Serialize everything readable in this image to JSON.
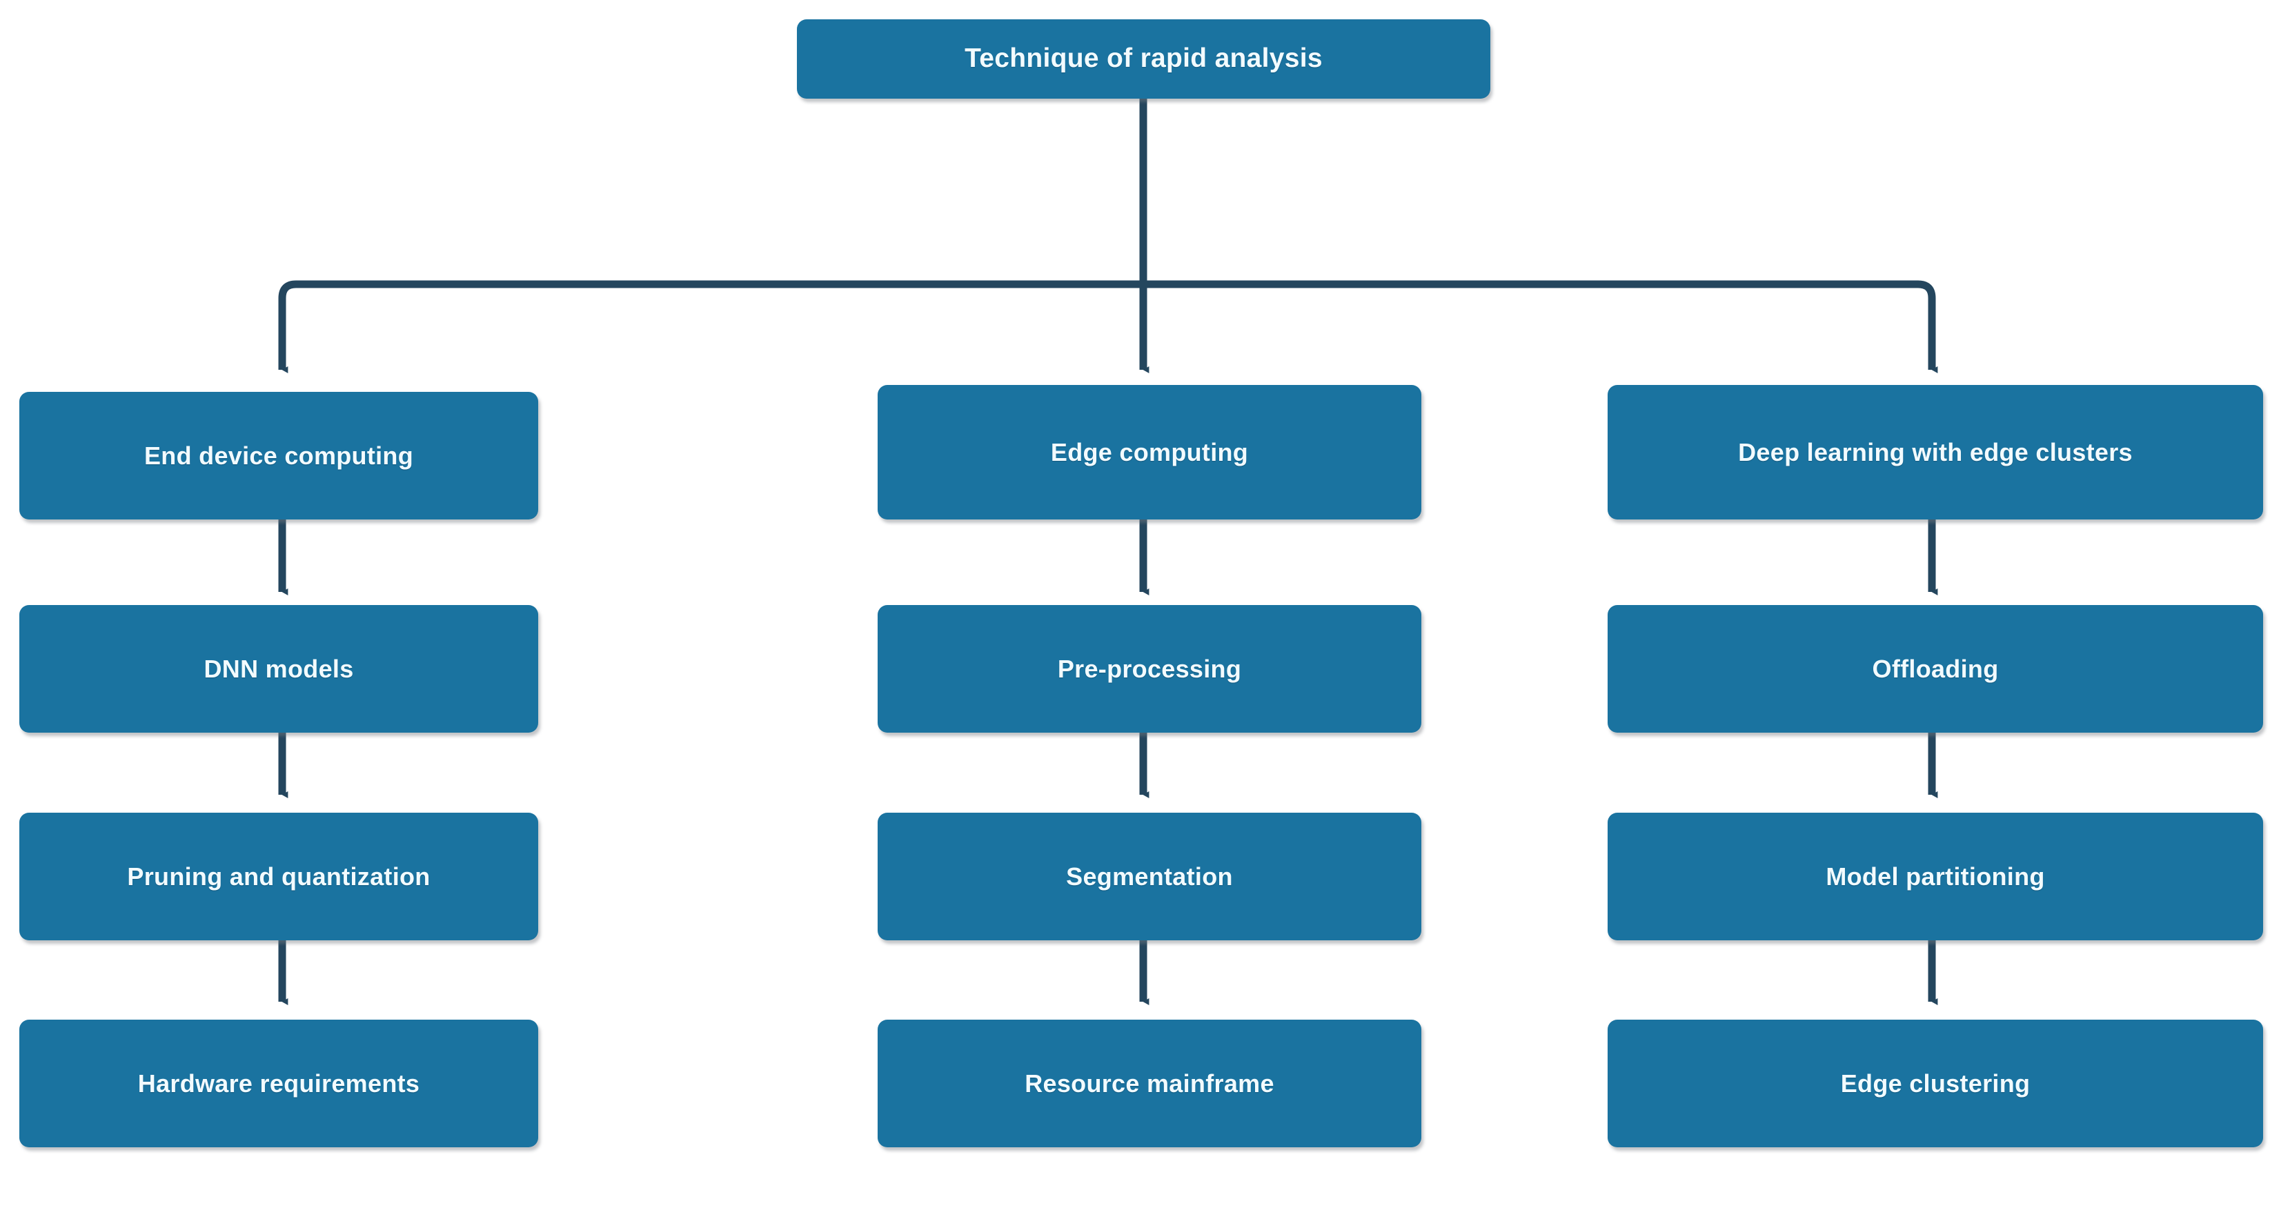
{
  "diagram": {
    "title": "Technique of rapid analysis",
    "type": "flowchart",
    "orientation": "top-down",
    "colors": {
      "node_fill": "#1a73a0",
      "node_text": "#f2fbff",
      "connector": "#24465e",
      "background": "#ffffff",
      "shadow": "#9aa0a6"
    },
    "root": {
      "id": "root",
      "label": "Technique of rapid analysis"
    },
    "branches": [
      {
        "id": "branch-end-device-computing",
        "head": "End device computing",
        "steps": [
          "DNN models",
          "Pruning and quantization",
          "Hardware requirements"
        ]
      },
      {
        "id": "branch-edge-computing",
        "head": "Edge computing",
        "steps": [
          "Pre-processing",
          "Segmentation",
          "Resource mainframe"
        ]
      },
      {
        "id": "branch-deep-learning-edge-clusters",
        "head": "Deep learning with edge clusters",
        "steps": [
          "Offloading",
          "Model partitioning",
          "Edge clustering"
        ]
      }
    ],
    "edges": [
      {
        "from": "Technique of rapid analysis",
        "to": "End device computing"
      },
      {
        "from": "Technique of rapid analysis",
        "to": "Edge computing"
      },
      {
        "from": "Technique of rapid analysis",
        "to": "Deep learning with edge clusters"
      },
      {
        "from": "End device computing",
        "to": "DNN models"
      },
      {
        "from": "DNN models",
        "to": "Pruning and quantization"
      },
      {
        "from": "Pruning and quantization",
        "to": "Hardware requirements"
      },
      {
        "from": "Edge computing",
        "to": "Pre-processing"
      },
      {
        "from": "Pre-processing",
        "to": "Segmentation"
      },
      {
        "from": "Segmentation",
        "to": "Resource mainframe"
      },
      {
        "from": "Deep learning with edge clusters",
        "to": "Offloading"
      },
      {
        "from": "Offloading",
        "to": "Model partitioning"
      },
      {
        "from": "Model partitioning",
        "to": "Edge clustering"
      }
    ]
  }
}
